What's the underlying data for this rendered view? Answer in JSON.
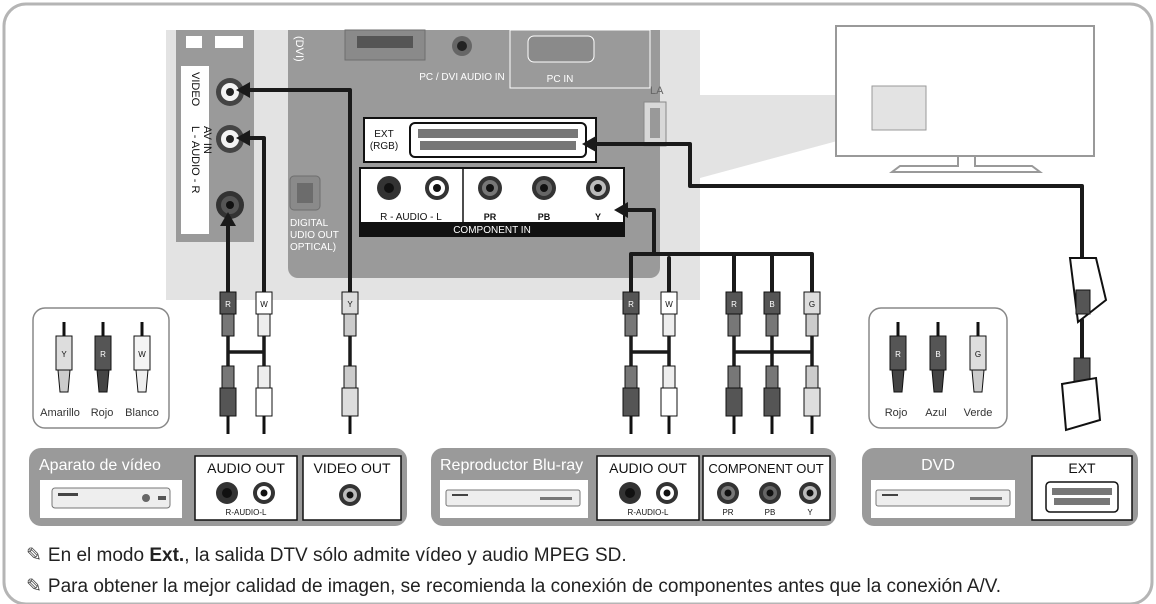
{
  "tv_panel": {
    "left_av_in": {
      "label": "AV IN",
      "video_label": "VIDEO",
      "audio_label": "L - AUDIO - R"
    },
    "dvi_label": "(DVI)",
    "pc_dvi_audio_in": "PC / DVI AUDIO IN",
    "pc_in": "PC IN",
    "lan_label": "LA",
    "ext_rgb": {
      "line1": "EXT",
      "line2": "(RGB)"
    },
    "digital_audio_out": {
      "line1": "DIGITAL",
      "line2": "UDIO OUT",
      "line3": "OPTICAL)"
    },
    "component_in": {
      "title": "COMPONENT IN",
      "audio_label": "R - AUDIO - L",
      "pr": "PR",
      "pb": "PB",
      "y": "Y"
    }
  },
  "legends": {
    "left": [
      {
        "tag": "Y",
        "label": "Amarillo",
        "color": "#dddddd"
      },
      {
        "tag": "R",
        "label": "Rojo",
        "color": "#555555"
      },
      {
        "tag": "W",
        "label": "Blanco",
        "color": "#f4f4f4"
      }
    ],
    "right": [
      {
        "tag": "R",
        "label": "Rojo",
        "color": "#555555"
      },
      {
        "tag": "B",
        "label": "Azul",
        "color": "#555555"
      },
      {
        "tag": "G",
        "label": "Verde",
        "color": "#dddddd"
      }
    ]
  },
  "cable_tags": {
    "left_audio": [
      "R",
      "W"
    ],
    "left_video": "Y",
    "comp_audio": [
      "R",
      "W"
    ],
    "comp_video": [
      "R",
      "B",
      "G"
    ]
  },
  "devices": {
    "vcr": {
      "name": "Aparato de vídeo",
      "audio_out": "AUDIO OUT",
      "audio_sub": "R-AUDIO-L",
      "video_out": "VIDEO OUT"
    },
    "bluray": {
      "name": "Reproductor Blu-ray",
      "audio_out": "AUDIO OUT",
      "audio_sub": "R-AUDIO-L",
      "component_out": "COMPONENT OUT",
      "pr": "PR",
      "pb": "PB",
      "y": "Y"
    },
    "dvd": {
      "name": "DVD",
      "ext": "EXT"
    }
  },
  "notes": {
    "note1": {
      "before": "En el modo ",
      "bold": "Ext.",
      "after": ", la salida DTV sólo admite vídeo y audio MPEG SD."
    },
    "note2": "Para obtener la mejor calidad de imagen, se recomienda la conexión de componentes antes que la conexión A/V."
  },
  "colors": {
    "panel_bg": "#e3e3e3",
    "device_box": "#9a9a9a",
    "frame_border": "#b5b5b5",
    "cable": "#1a1a1a"
  }
}
